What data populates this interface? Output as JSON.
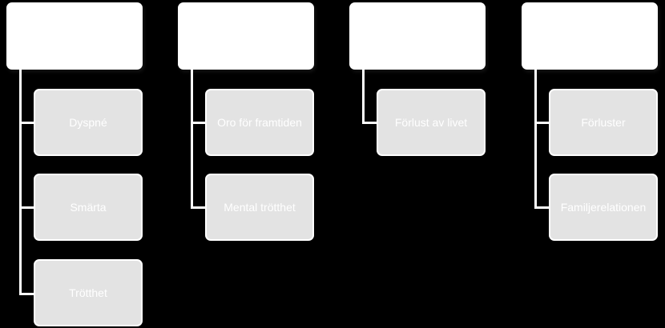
{
  "colors": {
    "background": "#000000",
    "header_fill": "#ffffff",
    "child_fill": "#e3e3e3",
    "connector": "#ffffff",
    "child_text": "#ffffff"
  },
  "groups": [
    {
      "header": "",
      "children": [
        {
          "label": "Dyspné"
        },
        {
          "label": "Smärta"
        },
        {
          "label": "Trötthet"
        }
      ]
    },
    {
      "header": "",
      "children": [
        {
          "label": "Oro för framtiden"
        },
        {
          "label": "Mental trötthet"
        }
      ]
    },
    {
      "header": "",
      "children": [
        {
          "label": "Förlust av livet"
        }
      ]
    },
    {
      "header": "",
      "children": [
        {
          "label": "Förluster"
        },
        {
          "label": "Familjerelationen"
        }
      ]
    }
  ]
}
